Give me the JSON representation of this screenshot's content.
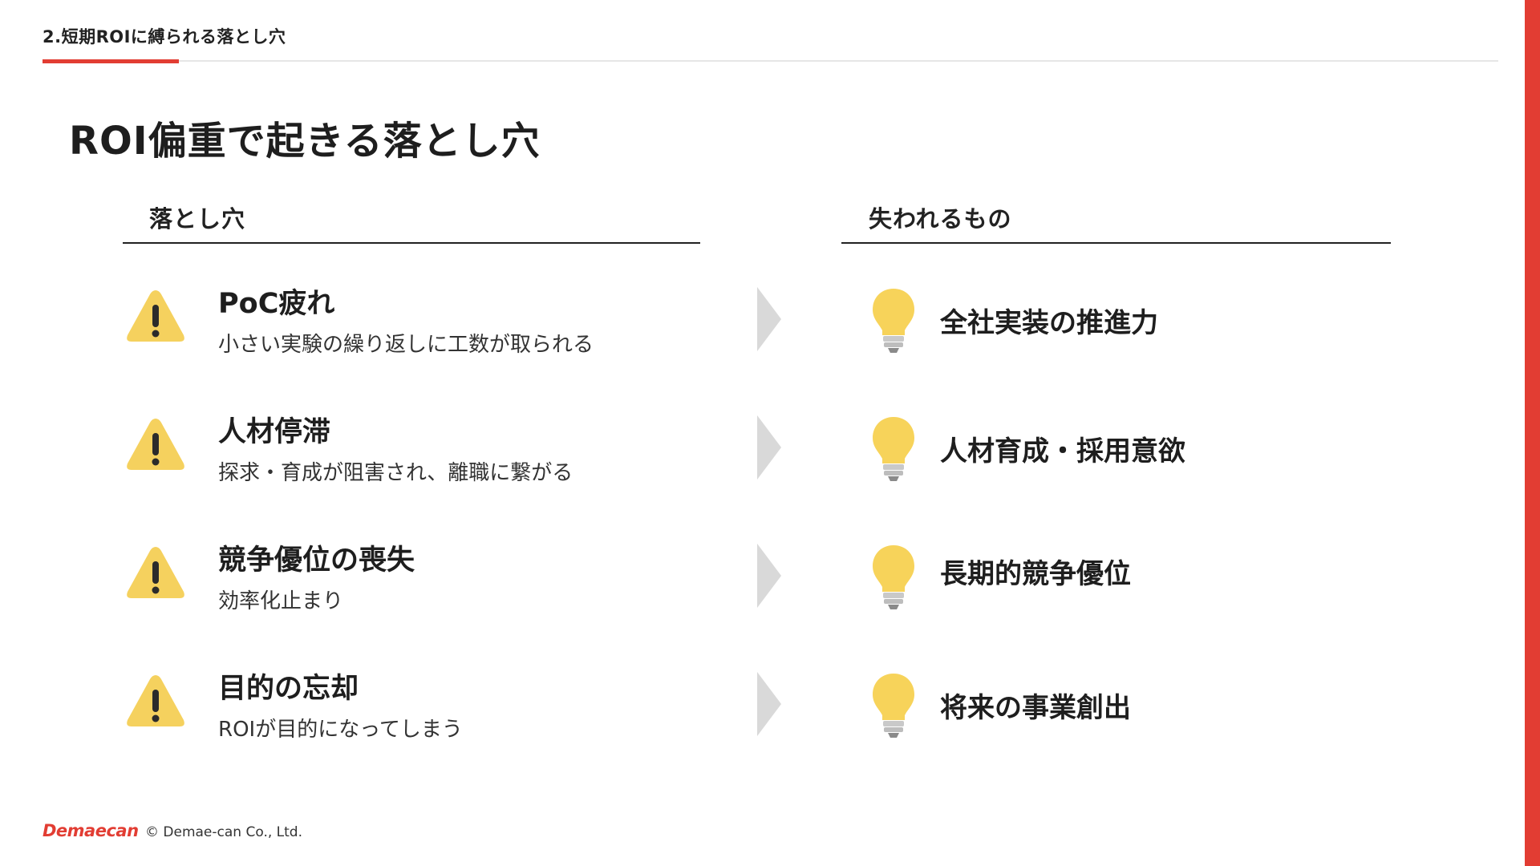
{
  "header": {
    "section_label": "2.短期ROIに縛られる落とし穴",
    "title": "ROI偏重で起きる落とし穴"
  },
  "columns": {
    "left_heading": "落とし穴",
    "right_heading": "失われるもの"
  },
  "rows": [
    {
      "title": "PoC疲れ",
      "desc": "小さい実験の繰り返しに工数が取られる",
      "loss": "全社実装の推進力"
    },
    {
      "title": "人材停滞",
      "desc": "探求・育成が阻害され、離職に繋がる",
      "loss": "人材育成・採用意欲"
    },
    {
      "title": "競争優位の喪失",
      "desc": "効率化止まり",
      "loss": "長期的競争優位"
    },
    {
      "title": "目的の忘却",
      "desc": "ROIが目的になってしまう",
      "loss": "将来の事業創出"
    }
  ],
  "icons": {
    "pitfall": "warning-icon",
    "arrow": "chevron-right-icon",
    "loss": "lightbulb-icon"
  },
  "footer": {
    "logo": "Demaecan",
    "copyright": "© Demae-can Co., Ltd."
  },
  "colors": {
    "accent": "#e23d33",
    "warning": "#f5d15e",
    "bulb": "#f7d35a",
    "chevron": "#d9d9d9"
  }
}
